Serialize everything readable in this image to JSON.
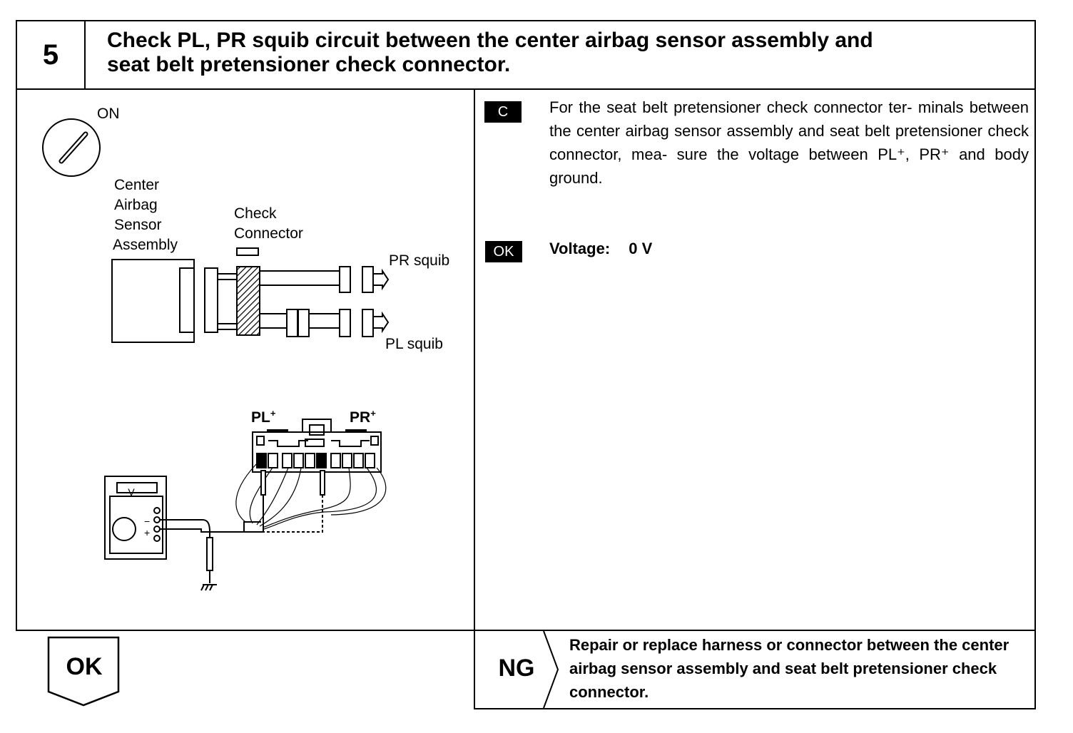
{
  "step": {
    "number": "5",
    "title_line1": "Check PL, PR squib circuit between the center airbag sensor assembly and",
    "title_line2": "seat belt pretensioner check connector."
  },
  "diagram": {
    "ignition_label": "ON",
    "sensor_label": [
      "Center",
      "Airbag",
      "Sensor",
      "Assembly"
    ],
    "check_connector_label": [
      "Check",
      "Connector"
    ],
    "pr_squib_label": "PR squib",
    "pl_squib_label": "PL squib",
    "pl_plus_label": "PL",
    "pr_plus_label": "PR",
    "plus_sup": "+",
    "meter_label": "V",
    "meter_minus": "−",
    "meter_plus": "+"
  },
  "instructions": {
    "c_badge": "C",
    "c_text": "For the seat belt pretensioner check connector ter- minals between the center airbag sensor assembly and seat belt pretensioner check connector, mea- sure the voltage between PL⁺, PR⁺ and body ground.",
    "ok_badge": "OK",
    "ok_label": "Voltage:",
    "ok_value": "0 V"
  },
  "result": {
    "ok_label": "OK",
    "ng_label": "NG",
    "ng_text": "Repair or replace harness or connector between the center airbag sensor assembly and seat belt pretensioner check connector."
  }
}
